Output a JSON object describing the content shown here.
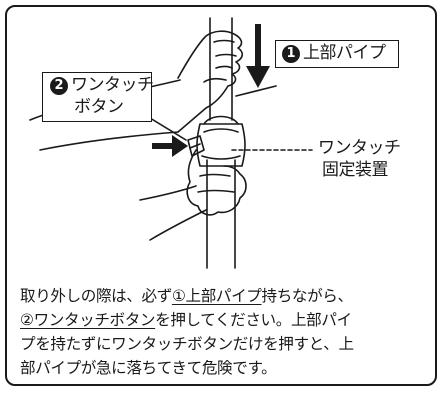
{
  "labels": {
    "upper_pipe": {
      "num": "1",
      "text": "上部パイプ"
    },
    "button": {
      "num": "2",
      "text_line1": "ワンタッチ",
      "text_line2": "ボタン"
    },
    "device": {
      "line1": "ワンタッチ",
      "line2": "固定装置"
    }
  },
  "caption": {
    "line1_a": "取り外しの際は、必ず",
    "line1_b": "①上部パイプ",
    "line1_c": "持ちながら、",
    "line2_a": "②ワンタッチボタン",
    "line2_b": "を押してください。上部パイ",
    "line3": "プを持たずにワンタッチボタンだけを押すと、上",
    "line4": "部パイプが急に落ちてきて危険です。"
  }
}
